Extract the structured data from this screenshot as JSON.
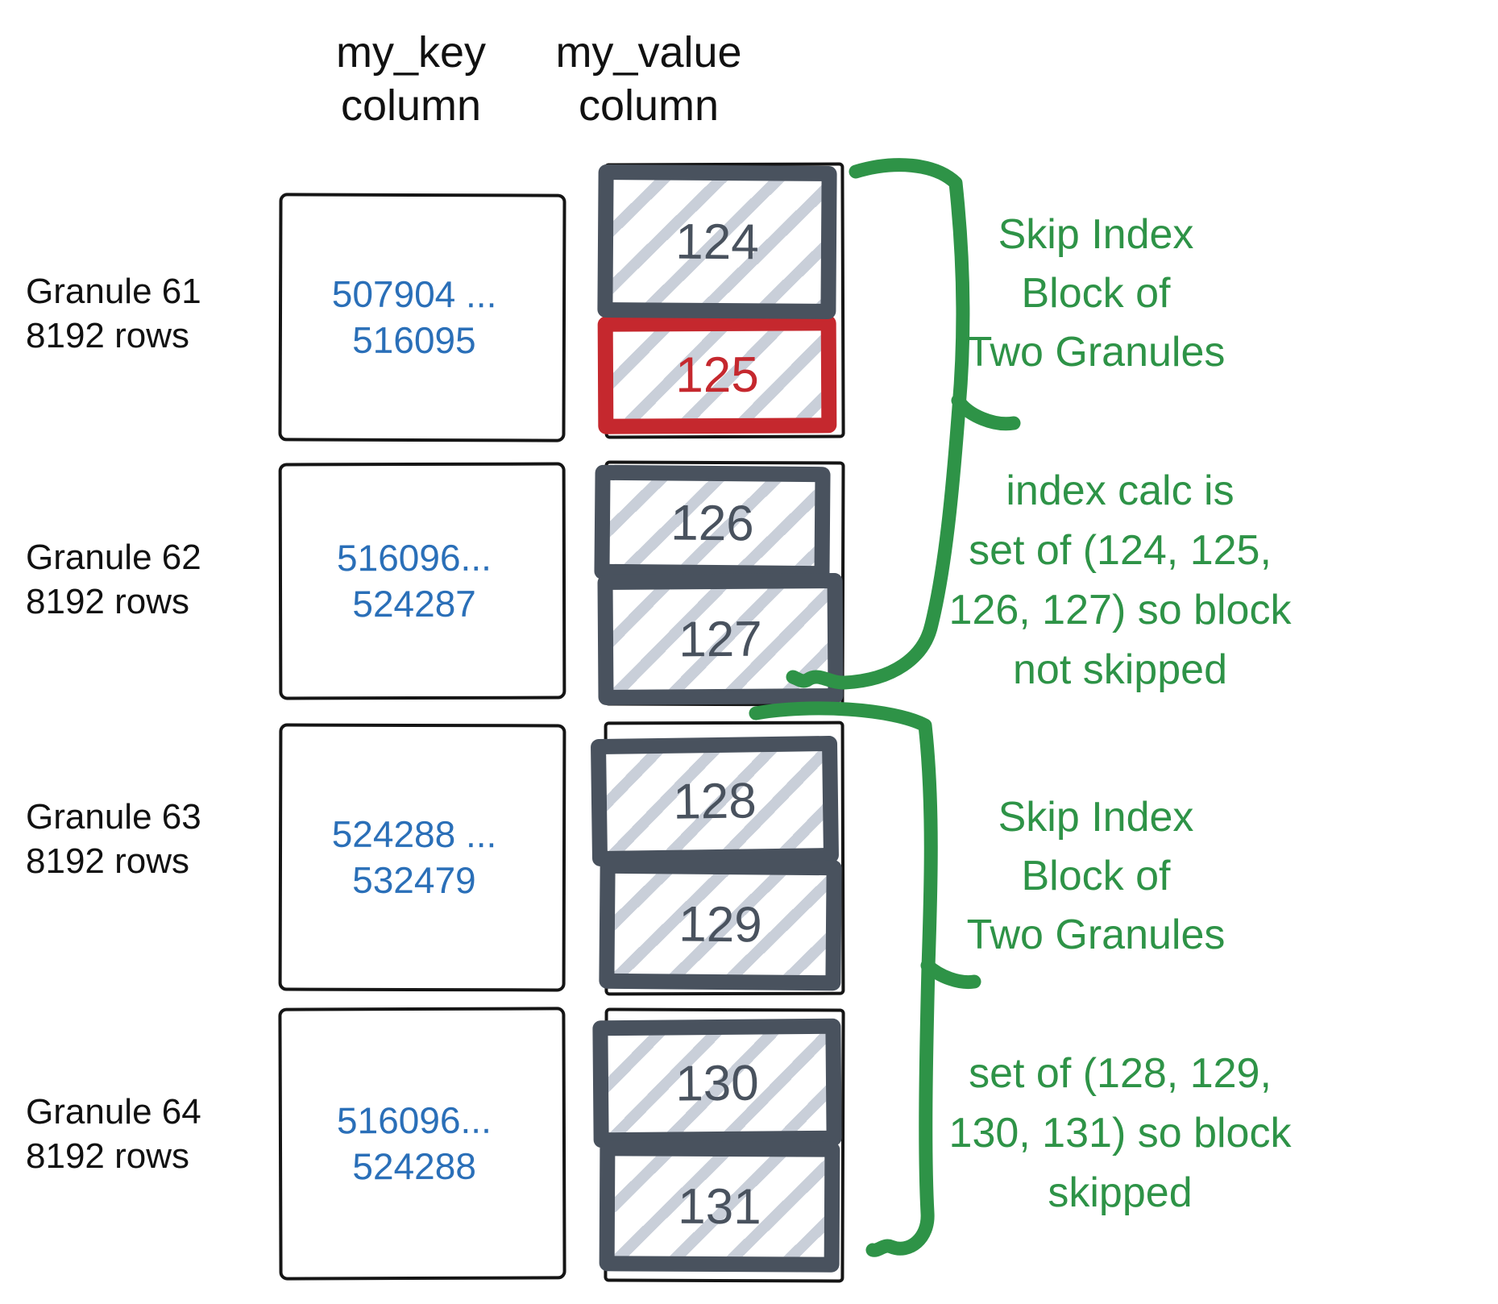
{
  "headers": {
    "key": [
      "my_key",
      "column"
    ],
    "value": [
      "my_value",
      "column"
    ]
  },
  "granules": [
    {
      "name": "Granule 61",
      "rows": "8192 rows",
      "key_from": "507904 ...",
      "key_to": "516095",
      "blocks": [
        {
          "value": "124",
          "state": "normal"
        },
        {
          "value": "125",
          "state": "match"
        }
      ]
    },
    {
      "name": "Granule 62",
      "rows": "8192 rows",
      "key_from": "516096...",
      "key_to": "524287",
      "blocks": [
        {
          "value": "126",
          "state": "normal"
        },
        {
          "value": "127",
          "state": "normal"
        }
      ]
    },
    {
      "name": "Granule 63",
      "rows": "8192 rows",
      "key_from": "524288 ...",
      "key_to": "532479",
      "blocks": [
        {
          "value": "128",
          "state": "normal"
        },
        {
          "value": "129",
          "state": "normal"
        }
      ]
    },
    {
      "name": "Granule 64",
      "rows": "8192 rows",
      "key_from": "516096...",
      "key_to": "524288",
      "blocks": [
        {
          "value": "130",
          "state": "normal"
        },
        {
          "value": "131",
          "state": "normal"
        }
      ]
    }
  ],
  "annotations": {
    "block1_title": [
      "Skip Index",
      "Block of",
      "Two Granules"
    ],
    "block1_detail": [
      "index calc is",
      "set of (124, 125,",
      "126, 127) so block",
      "not skipped"
    ],
    "block2_title": [
      "Skip Index",
      "Block of",
      "Two Granules"
    ],
    "block2_detail": [
      "set of (128, 129,",
      "130, 131) so block",
      "skipped"
    ]
  },
  "colors": {
    "green": "#2e9347",
    "blue": "#2a6fb8",
    "slate": "#49525e",
    "red": "#c5282e",
    "hatch": "#c9cfd9",
    "ink": "#151515"
  }
}
